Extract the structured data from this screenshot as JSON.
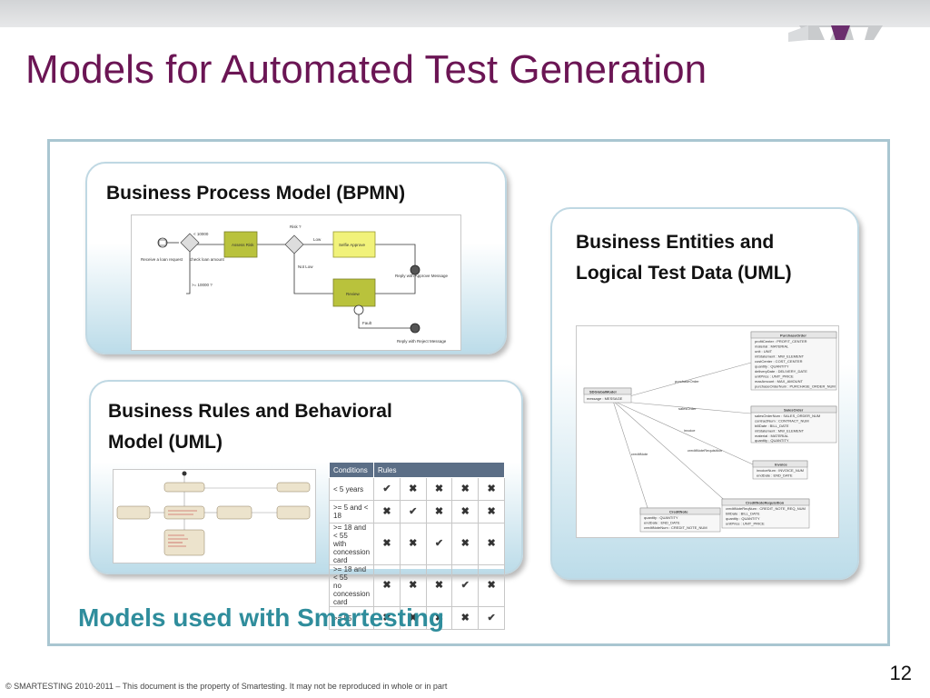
{
  "slide": {
    "title": "Models for Automated Test Generation",
    "caption": "Models used with Smartesting",
    "page_number": "12",
    "footer": "© SMARTESTING 2010-2011 – This document is the property of Smartesting. It may not be reproduced in whole or in part"
  },
  "cards": {
    "bpmn": {
      "title": "Business Process Model (BPMN)",
      "diagram": {
        "t_risk": "Risk ?",
        "t_low": "Low",
        "t_lt": "< 10000",
        "t_assess": "Assess Risk",
        "t_self": "Selfie Approve",
        "t_receive": "Receive a loan request",
        "t_check": "check loan amount",
        "t_notlow": "Not Low",
        "t_reply_ok": "Reply with Approve Message",
        "t_ge": ">= 10000 ?",
        "t_review": "Review",
        "t_fault": "Fault",
        "t_reply_rej": "Reply with Reject Message"
      }
    },
    "entities": {
      "title_line1": "Business Entities and",
      "title_line2": "Logical Test Data (UML)",
      "diagram": {
        "po_header": "PurchaseOrder",
        "po_fields": [
          "profitCenter : PROFIT_CENTER",
          "material : MATERIAL",
          "unit : UNIT",
          "mlStatement : MW_ELEMENT",
          "costCenter : COST_CENTER",
          "quantity : QUANTITY",
          "deliveryDate : DELIVERY_DATE",
          "unitPrice : UNIT_PRICE",
          "maxAmount : MAX_AMOUNT",
          "purchaseOrderNum : PURCHASE_ORDER_NUM"
        ],
        "global_header": "SDGlobalModel",
        "global_fields": [
          "message : MESSAGE"
        ],
        "so_header": "SalesOrder",
        "so_fields": [
          "salesOrderNum : SALES_ORDER_NUM",
          "contractNum : CONTRACT_NUM",
          "billDate : BILL_DATE",
          "mlStatement : MW_ELEMENT",
          "material : MATERIAL",
          "quantity : QUANTITY"
        ],
        "inv_header": "Invoice",
        "inv_fields": [
          "invoiceNum : INVOICE_NUM",
          "endDate : END_DATE"
        ],
        "cnr_header": "CreditNoteRequisition",
        "cnr_fields": [
          "creditNoteReqNum : CREDIT_NOTE_REQ_NUM",
          "billDate : BILL_DATE",
          "quantity : QUANTITY",
          "unitPrice : UNIT_PRICE"
        ],
        "cn_header": "CreditNote",
        "cn_fields": [
          "quantity : QUANTITY",
          "endDate : END_DATE",
          "creditNoteNum : CREDIT_NOTE_NUM"
        ],
        "l_po": "purchaseOrder",
        "l_so": "salesOrder",
        "l_inv": "invoice",
        "l_cnr": "creditNoteRequisition",
        "l_cn": "creditNote"
      }
    },
    "rules": {
      "title_line1": "Business Rules and Behavioral",
      "title_line2": "Model (UML)",
      "table": {
        "headers": [
          "Conditions",
          "Rules"
        ],
        "rows": [
          {
            "cond_line1": "< 5 years",
            "cond_line2": "",
            "marks": [
              "ok",
              "no",
              "no",
              "no",
              "no"
            ]
          },
          {
            "cond_line1": ">= 5 and < 18",
            "cond_line2": "",
            "marks": [
              "no",
              "ok",
              "no",
              "no",
              "no"
            ]
          },
          {
            "cond_line1": ">= 18 and < 55",
            "cond_line2": "with concession card",
            "marks": [
              "no",
              "no",
              "ok",
              "no",
              "no"
            ]
          },
          {
            "cond_line1": ">= 18 and < 55",
            "cond_line2": "no concession card",
            "marks": [
              "no",
              "no",
              "no",
              "ok",
              "no"
            ]
          },
          {
            "cond_line1": ">= 55",
            "cond_line2": "",
            "marks": [
              "no",
              "no",
              "no",
              "no",
              "ok"
            ]
          }
        ]
      }
    }
  },
  "icons": {
    "ok": "check-mark-icon",
    "no": "cross-mark-icon"
  },
  "colors": {
    "title": "#6b1554",
    "caption": "#2f8d9c",
    "frame": "#a9c6d1",
    "card_gradient_bottom": "#bcdce9",
    "table_header": "#5b6e86",
    "bpmn_task": "#b9c23c",
    "bpmn_task_alt": "#f1f27a"
  }
}
